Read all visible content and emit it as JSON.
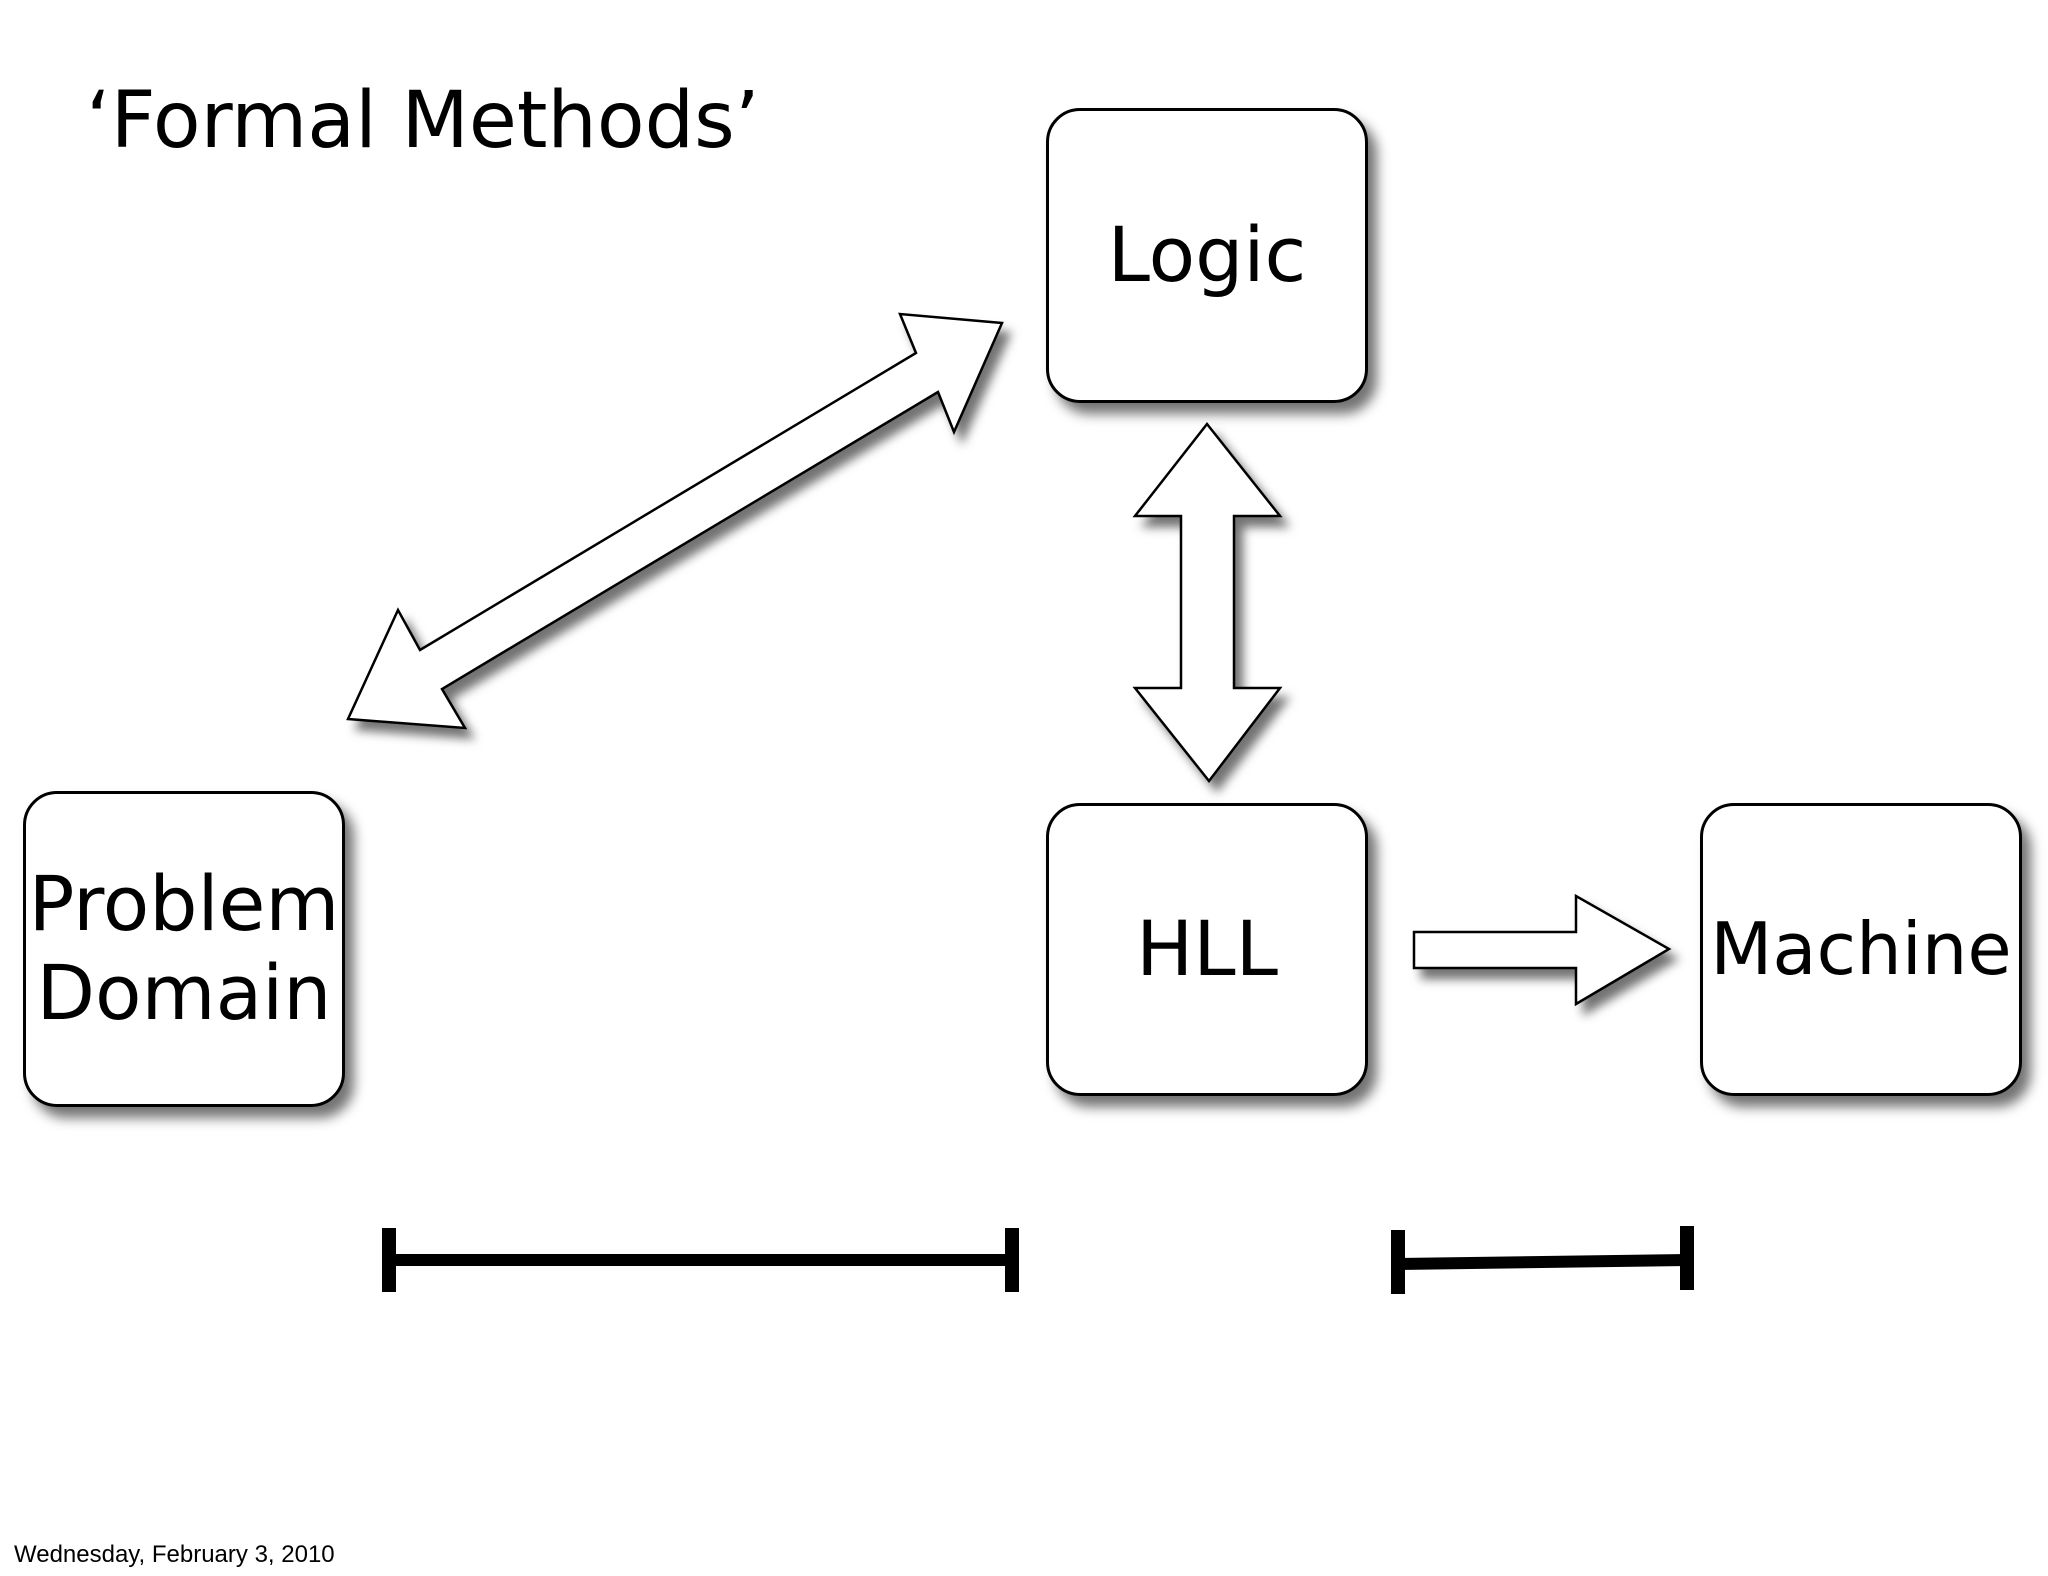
{
  "slide": {
    "title": "‘Formal Methods’",
    "footer_date": "Wednesday, February 3, 2010"
  },
  "nodes": {
    "logic": "Logic",
    "problem_domain": "Problem\nDomain",
    "hll": "HLL",
    "machine": "Machine"
  },
  "colors": {
    "background": "#ffffff",
    "stroke": "#000000",
    "fill": "#ffffff"
  }
}
